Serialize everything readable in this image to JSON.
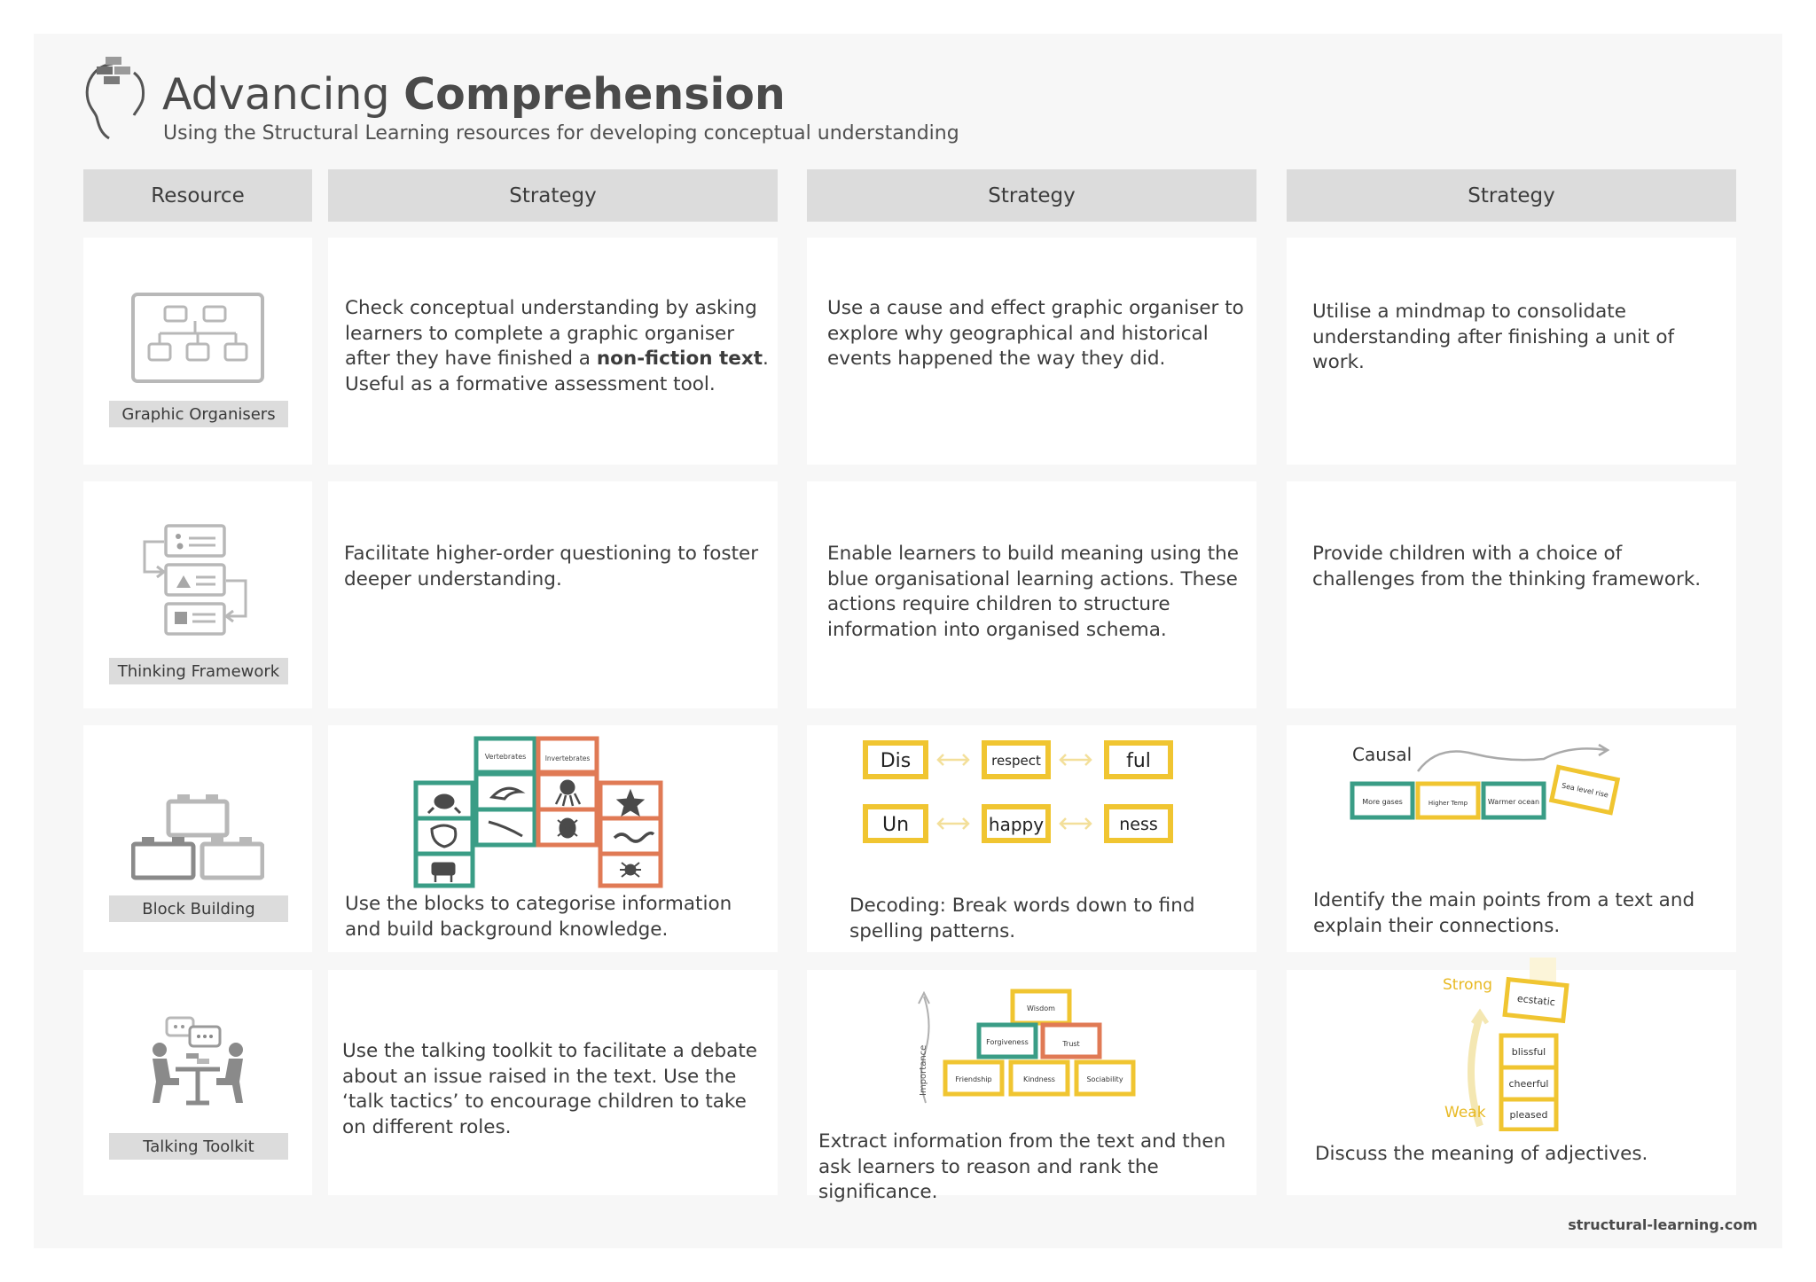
{
  "header": {
    "title_light": "Advancing",
    "title_bold": "Comprehension",
    "subtitle": "Using the Structural Learning resources for developing conceptual understanding"
  },
  "columns": [
    "Resource",
    "Strategy",
    "Strategy",
    "Strategy"
  ],
  "rows": [
    {
      "resource": "Graphic Organisers",
      "icon": "graphic-organiser-icon",
      "strategies": [
        {
          "pre": "Check conceptual understanding by asking learners to complete a graphic organiser after they have finished a ",
          "bold": "non-fiction text",
          "post": ". Useful as a formative assessment tool."
        },
        {
          "text": "Use a cause and effect graphic organiser to explore why geographical and historical events happened the way they did."
        },
        {
          "text": "Utilise a mindmap to consolidate understanding after finishing a unit of work."
        }
      ]
    },
    {
      "resource": "Thinking Framework",
      "icon": "thinking-framework-icon",
      "strategies": [
        {
          "text": "Facilitate higher-order questioning to foster deeper understanding."
        },
        {
          "text": "Enable learners to build meaning using the blue organisational learning actions. These actions require children to structure information into organised schema."
        },
        {
          "text": "Provide children with a choice of challenges from the thinking framework."
        }
      ]
    },
    {
      "resource": "Block Building",
      "icon": "block-building-icon",
      "strategies": [
        {
          "text": "Use the blocks to categorise information and build background knowledge."
        },
        {
          "text": "Decoding: Break words down to find spelling patterns."
        },
        {
          "text": "Identify the main points from a text and explain their connections."
        }
      ]
    },
    {
      "resource": "Talking Toolkit",
      "icon": "talking-toolkit-icon",
      "strategies": [
        {
          "text": "Use the talking toolkit to facilitate a debate about an issue raised in the text. Use the ‘talk tactics’ to encourage children to take on different roles."
        },
        {
          "text": "Extract information from the text and then ask learners to reason and rank the significance."
        },
        {
          "text": "Discuss the meaning of adjectives."
        }
      ]
    }
  ],
  "illustrations": {
    "categorise": {
      "labels": [
        "Vertebrates",
        "Invertebrates"
      ],
      "icons": [
        "frog-icon",
        "dolphin-icon",
        "octopus-icon",
        "starfish-icon",
        "hen-icon",
        "lizard-icon",
        "bee-icon",
        "worm-icon",
        "cow-icon",
        "spider-icon"
      ]
    },
    "decoding": {
      "row1": [
        "Dis",
        "respect",
        "ful"
      ],
      "row2": [
        "Un",
        "happy",
        "ness"
      ]
    },
    "causal": {
      "label": "Causal",
      "blocks": [
        "More gases",
        "Higher Temp",
        "Warmer ocean",
        "Sea level rise"
      ]
    },
    "ranking": {
      "axis": "Importance",
      "top": "Wisdom",
      "middle": [
        "Forgiveness",
        "Trust"
      ],
      "bottom": [
        "Friendship",
        "Kindness",
        "Sociability"
      ]
    },
    "adjectives": {
      "strong": "Strong",
      "weak": "Weak",
      "words": [
        "ecstatic",
        "blissful",
        "cheerful",
        "pleased"
      ]
    }
  },
  "colors": {
    "green": "#3a9d86",
    "orange": "#e07a55",
    "yellow": "#f0c531",
    "header_grey": "#dcdcdc"
  },
  "footer": "structural-learning.com"
}
